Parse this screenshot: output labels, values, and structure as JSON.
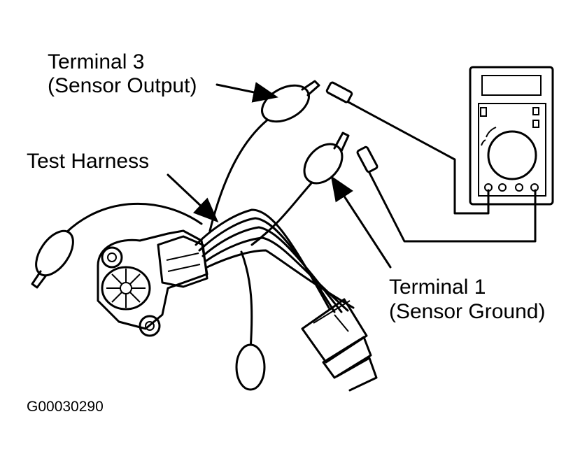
{
  "labels": {
    "terminal3_line1": "Terminal 3",
    "terminal3_line2": "(Sensor Output)",
    "test_harness": "Test Harness",
    "terminal1_line1": "Terminal 1",
    "terminal1_line2": "(Sensor Ground)",
    "figure_id": "G00030290"
  }
}
